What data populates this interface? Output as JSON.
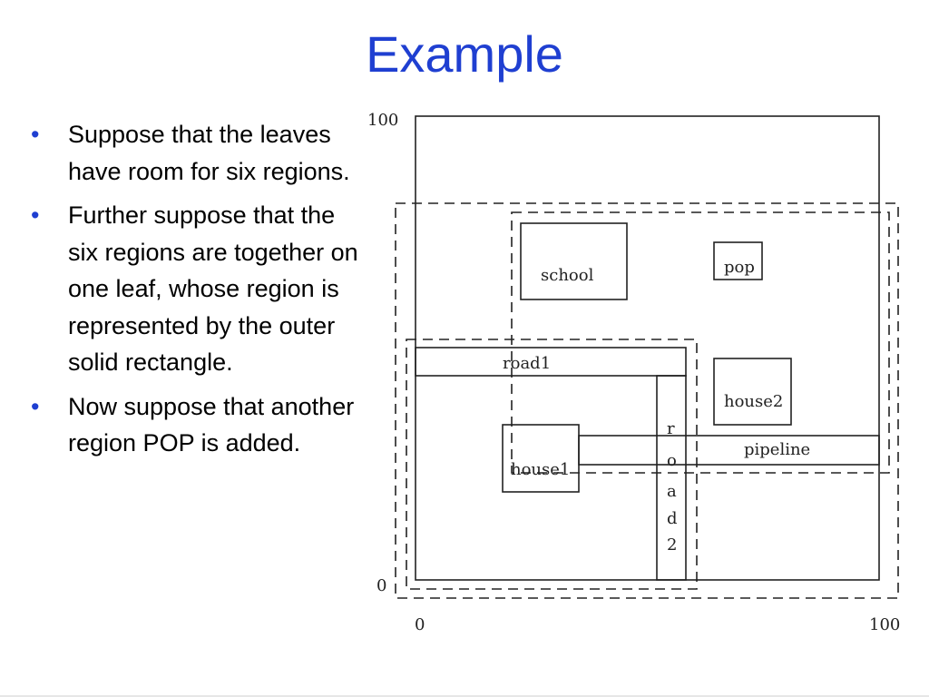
{
  "slide": {
    "title": "Example",
    "bullets": [
      "Suppose that the leaves have room for six regions.",
      "Further suppose that the six regions are together on one leaf, whose region is represented by the outer solid rectangle.",
      "Now suppose that another region POP is added."
    ],
    "bullet_glyph": "•"
  },
  "diagram": {
    "axis": {
      "y_max_label": "100",
      "y_min_label": "0",
      "x_min_label": "0",
      "x_max_label": "100"
    },
    "regions": {
      "school": "school",
      "pop": "pop",
      "road1": "road1",
      "house2": "house2",
      "house1": "house1",
      "pipeline": "pipeline",
      "road2_letters": [
        "r",
        "o",
        "a",
        "d",
        "2"
      ]
    }
  },
  "colors": {
    "title": "#1f3fd1",
    "bullet": "#1f3fd1",
    "text": "#000000",
    "lines": "#222222"
  }
}
